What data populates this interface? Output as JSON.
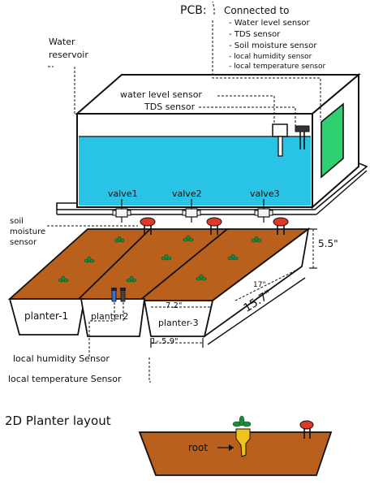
{
  "pcb": {
    "title": "PCB:",
    "connected_to": "Connected to",
    "items": [
      "- Water level sensor",
      "- TDS sensor",
      "- Soil moisture sensor",
      "- local humidity sensor",
      "- local temperature sensor"
    ]
  },
  "reservoir": {
    "line1": "Water",
    "line2": "reservoir"
  },
  "sensors": {
    "water_level": "water level sensor",
    "tds": "TDS sensor"
  },
  "valves": [
    "valve1",
    "valve2",
    "valve3"
  ],
  "soil_sensor": {
    "line1": "soil",
    "line2": "moisture",
    "line3": "sensor"
  },
  "planters": [
    "planter-1",
    "planter2",
    "planter-3"
  ],
  "dimensions": {
    "height": "5.5\"",
    "length_top": "17\"",
    "length": "15.7\"",
    "width_top": "7.2\"",
    "width_bottom": "1- 5.9\""
  },
  "local_sensors": {
    "humidity": "local humidity Sensor",
    "temperature": "local temperature Sensor"
  },
  "layout2d": {
    "title": "2D Planter layout",
    "root": "root"
  },
  "colors": {
    "water": "#29c3e6",
    "soil": "#b9601c",
    "plant": "#1e8a3b",
    "pcb": "#2fd06f",
    "sensor_red": "#e0382b",
    "root": "#f0c21c",
    "valve": "#f3f3f3"
  }
}
